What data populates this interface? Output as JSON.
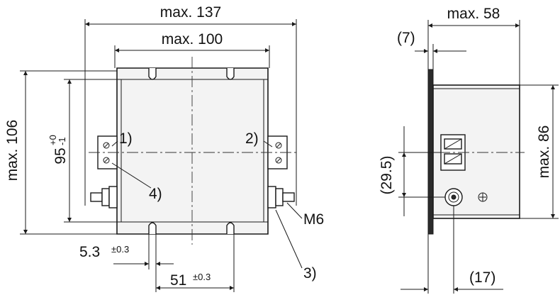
{
  "front_view": {
    "width_overall": "max. 137",
    "width_body": "max. 100",
    "height_overall": "max. 106",
    "height_holes": {
      "value": "95",
      "tol_upper": "+0",
      "tol_lower": "-1"
    },
    "slot_width": {
      "value": "5.3",
      "tol": "±0.3"
    },
    "slot_spacing": {
      "value": "51",
      "tol": "±0.3"
    },
    "thread": "M6",
    "callouts": [
      "1)",
      "2)",
      "3)",
      "4)"
    ]
  },
  "side_view": {
    "depth_overall": "max. 58",
    "flange_offset": "(7)",
    "height_body": "max. 86",
    "terminal_spacing": "(29.5)",
    "bottom_offset": "(17)"
  }
}
